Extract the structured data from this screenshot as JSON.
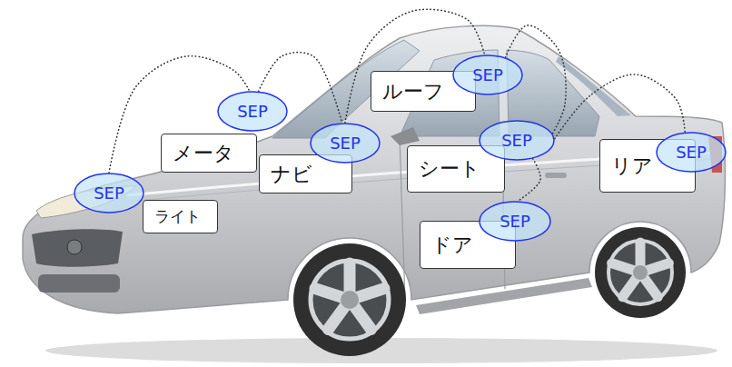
{
  "diagram": {
    "nodes": [
      {
        "text": [
          "ライト"
        ]
      },
      {
        "text": [
          "SEP"
        ]
      },
      {
        "text": [
          "メータ"
        ]
      },
      {
        "text": [
          "SEP"
        ]
      },
      {
        "text": [
          "ナビ"
        ]
      },
      {
        "text": [
          "SEP"
        ]
      },
      {
        "text": [
          "ルーフ"
        ]
      },
      {
        "text": [
          "SEP"
        ]
      },
      {
        "text": [
          "シート"
        ]
      },
      {
        "text": [
          "SEP"
        ]
      },
      {
        "text": [
          "ドア"
        ]
      },
      {
        "text": [
          "SEP"
        ]
      },
      {
        "text": [
          "リア"
        ]
      },
      {
        "text": [
          "SEP"
        ]
      }
    ],
    "edges": [
      {
        "from": 1,
        "to": 3,
        "arrow": "none"
      },
      {
        "from": 3,
        "to": 5,
        "arrow": "none"
      },
      {
        "from": 5,
        "to": 7,
        "arrow": "none"
      },
      {
        "from": 7,
        "to": 9,
        "arrow": "none"
      },
      {
        "from": 9,
        "to": 13,
        "arrow": "none"
      },
      {
        "from": 9,
        "to": 11,
        "arrow": "none"
      }
    ]
  }
}
